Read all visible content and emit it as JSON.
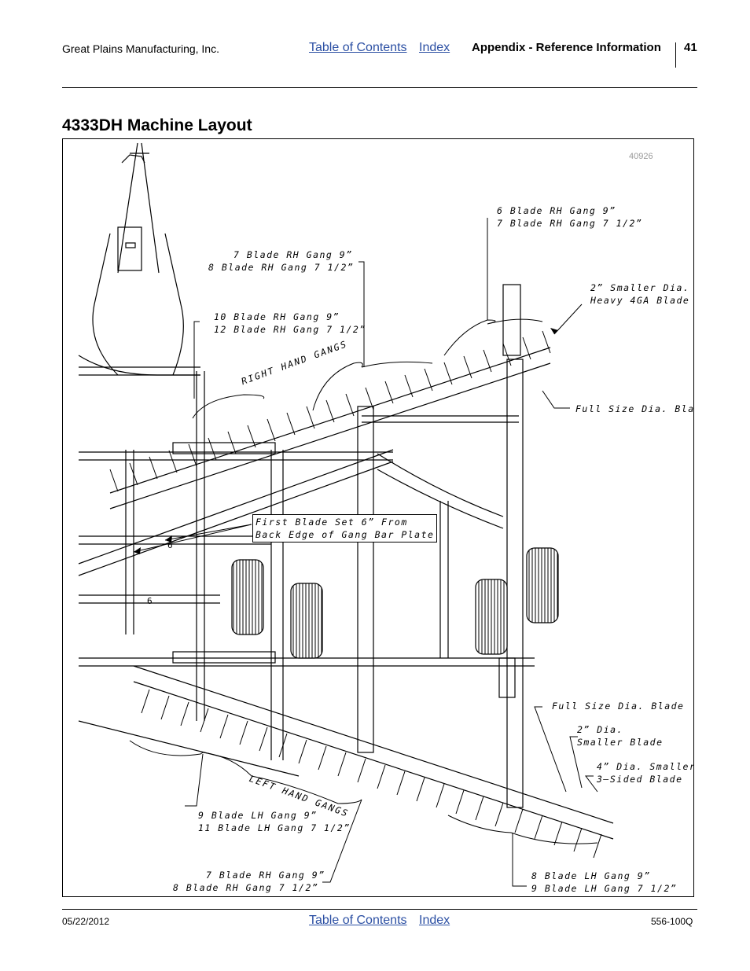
{
  "header": {
    "company": "Great Plains Manufacturing, Inc.",
    "toc_link": "Table of Contents",
    "index_link": "Index",
    "section": "Appendix - Reference Information",
    "page_number": "41"
  },
  "title": "4333DH Machine Layout",
  "figure": {
    "figure_id": "40926",
    "labels": {
      "top_center": [
        "6 Blade RH Gang 9”",
        "7 Blade RH Gang 7 1/2”"
      ],
      "upper_left": [
        "7 Blade RH Gang 9”",
        "8 Blade RH Gang 7 1/2”"
      ],
      "mid_left": [
        "10 Blade RH Gang 9”",
        "12 Blade RH Gang 7 1/2”"
      ],
      "smaller_dia": [
        "2” Smaller Dia.",
        "Heavy 4GA Blade"
      ],
      "right_hand_gangs": "RIGHT HAND GANGS",
      "full_size_upper": "Full Size Dia. Blade",
      "first_blade_set": [
        "First Blade Set 6” From",
        "Back Edge of Gang Bar Plate"
      ],
      "six_a": "6",
      "six_b": "6",
      "full_size_lower": "Full Size Dia. Blade",
      "two_dia": [
        "2” Dia.",
        "Smaller Blade"
      ],
      "four_dia": [
        "4” Dia. Smaller",
        "3–Sided Blade"
      ],
      "left_hand_gangs": "LEFT HAND GANGS",
      "lh_left": [
        "9 Blade LH Gang 9”",
        "11 Blade LH Gang 7 1/2”"
      ],
      "bottom_left": [
        "7 Blade RH Gang 9”",
        "8 Blade RH Gang 7 1/2”"
      ],
      "bottom_right": [
        "8 Blade LH Gang 9”",
        "9 Blade LH Gang 7 1/2”"
      ]
    }
  },
  "footer": {
    "date": "05/22/2012",
    "toc_link": "Table of Contents",
    "index_link": "Index",
    "doc_code": "556-100Q"
  }
}
